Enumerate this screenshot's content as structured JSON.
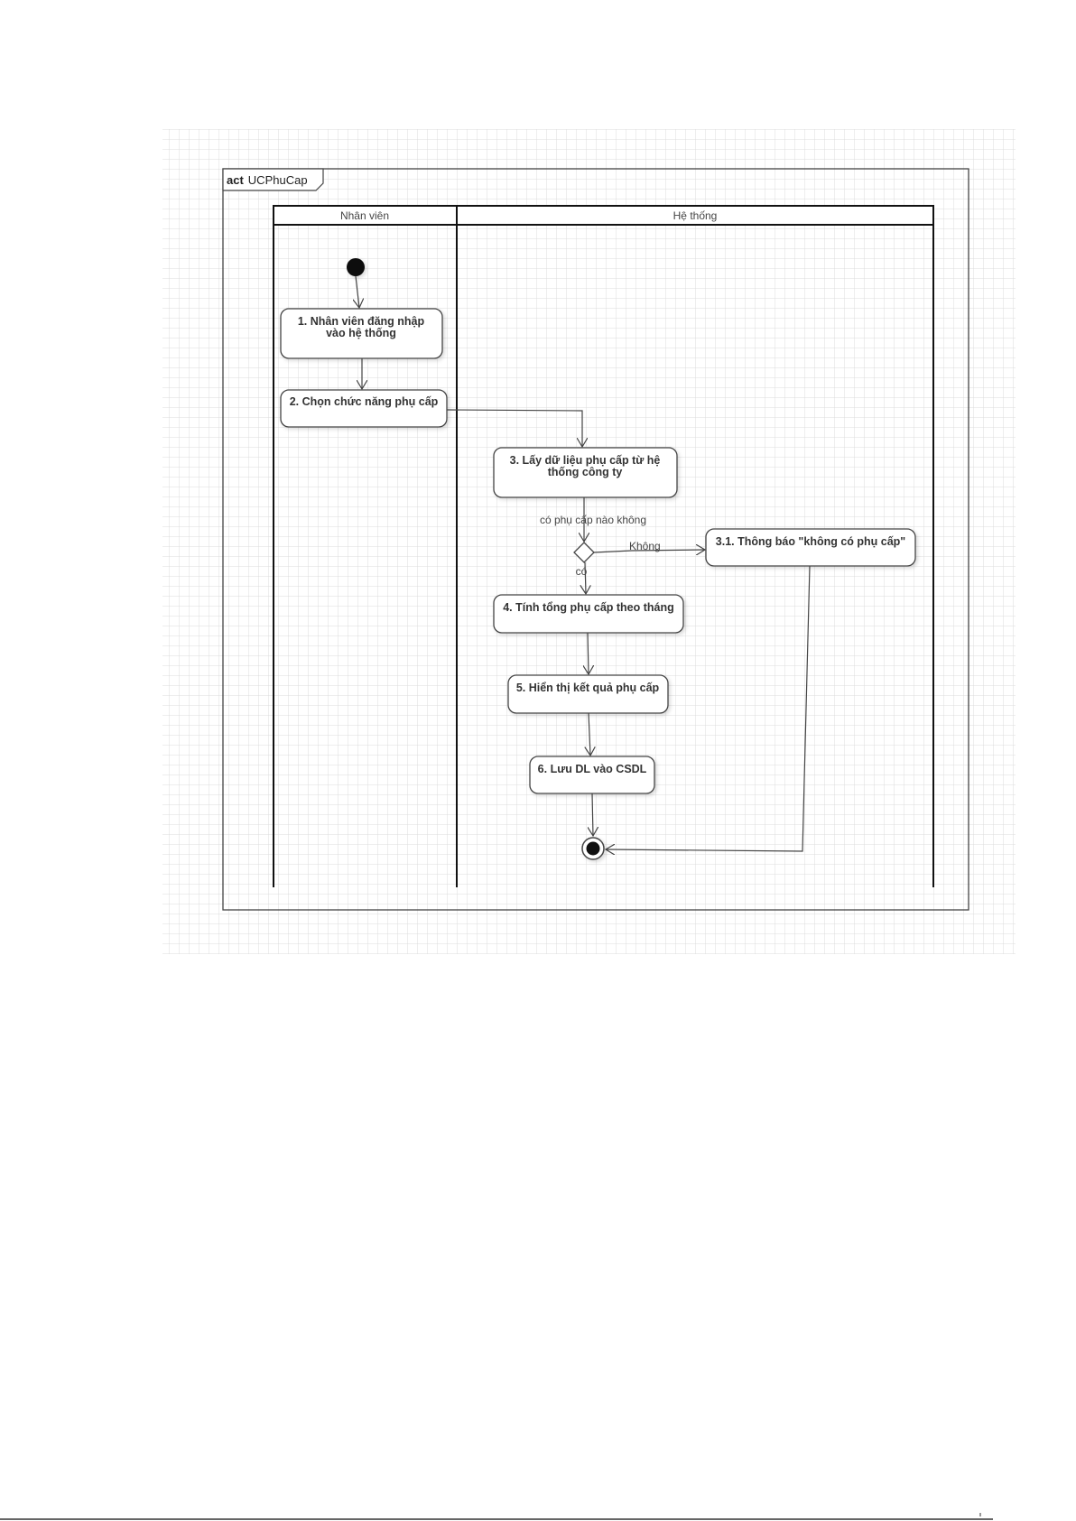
{
  "frame": {
    "keyword": "act",
    "name": "UCPhuCap"
  },
  "lanes": [
    {
      "label": "Nhân viên"
    },
    {
      "label": "Hệ thống"
    }
  ],
  "nodes": {
    "n1": {
      "line1": "1. Nhân viên đăng nhập",
      "line2": "vào hệ thống"
    },
    "n2": {
      "line1": "2. Chọn chức năng phụ cấp"
    },
    "n3": {
      "line1": "3. Lấy dữ liệu phụ cấp từ hệ",
      "line2": "thống công ty"
    },
    "n31": {
      "line1": "3.1. Thông báo \"không có phụ cấp\""
    },
    "n4": {
      "line1": "4. Tính tổng phụ cấp theo tháng"
    },
    "n5": {
      "line1": "5. Hiển thị kết quả phụ cấp"
    },
    "n6": {
      "line1": "6. Lưu DL vào CSDL"
    }
  },
  "guards": {
    "decision": "có phụ cấp nào không",
    "no": "Không",
    "yes": "có"
  }
}
